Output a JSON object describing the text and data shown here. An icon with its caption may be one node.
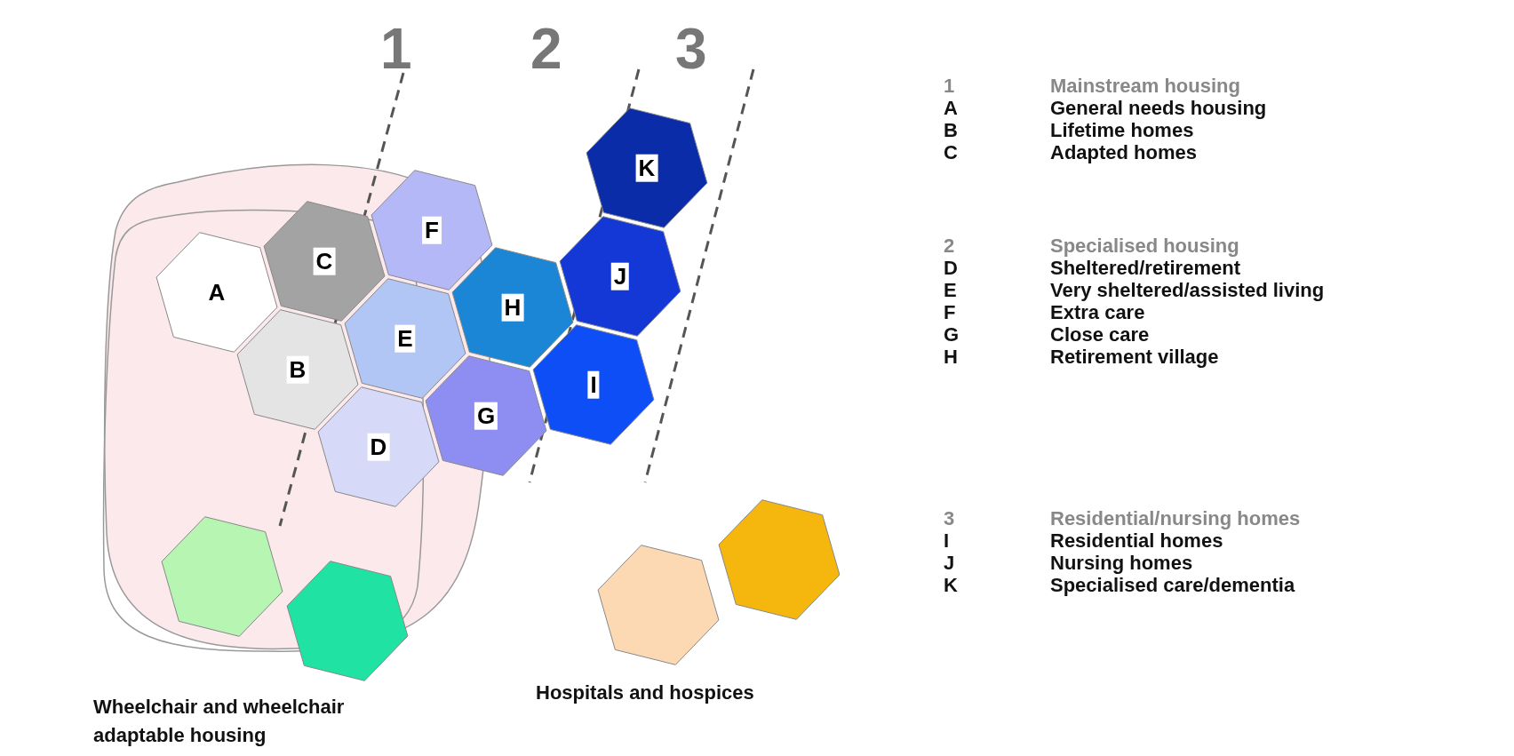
{
  "diagram": {
    "nodes": [
      {
        "text": [
          "A"
        ]
      },
      {
        "text": [
          "C"
        ]
      },
      {
        "text": [
          "B"
        ]
      },
      {
        "text": [
          "F"
        ]
      },
      {
        "text": [
          "E"
        ]
      },
      {
        "text": [
          "D"
        ]
      },
      {
        "text": [
          "H"
        ]
      },
      {
        "text": [
          "G"
        ]
      },
      {
        "text": [
          "K"
        ]
      },
      {
        "text": [
          "J"
        ]
      },
      {
        "text": [
          "I"
        ]
      },
      {
        "text": [],
        "shape": "hexagon"
      },
      {
        "text": [],
        "shape": "hexagon"
      },
      {
        "text": [],
        "shape": "hexagon"
      },
      {
        "text": [],
        "shape": "hexagon"
      }
    ],
    "labels": [
      "1",
      "2",
      "3",
      "1",
      "Mainstream housing",
      "A",
      "General needs housing",
      "B",
      "Lifetime homes",
      "C",
      "Adapted homes",
      "2",
      "Specialised housing",
      "D",
      "Sheltered/retirement",
      "E",
      "Very sheltered/assisted living",
      "F",
      "Extra care",
      "G",
      "Close care",
      "H",
      "Retirement village",
      "3",
      "Residential/nursing homes",
      "I",
      "Residential homes",
      "J",
      "Nursing homes",
      "K",
      "Specialised care/dementia",
      "Hospitals and hospices",
      "Wheelchair and wheelchair adaptable housing"
    ]
  }
}
